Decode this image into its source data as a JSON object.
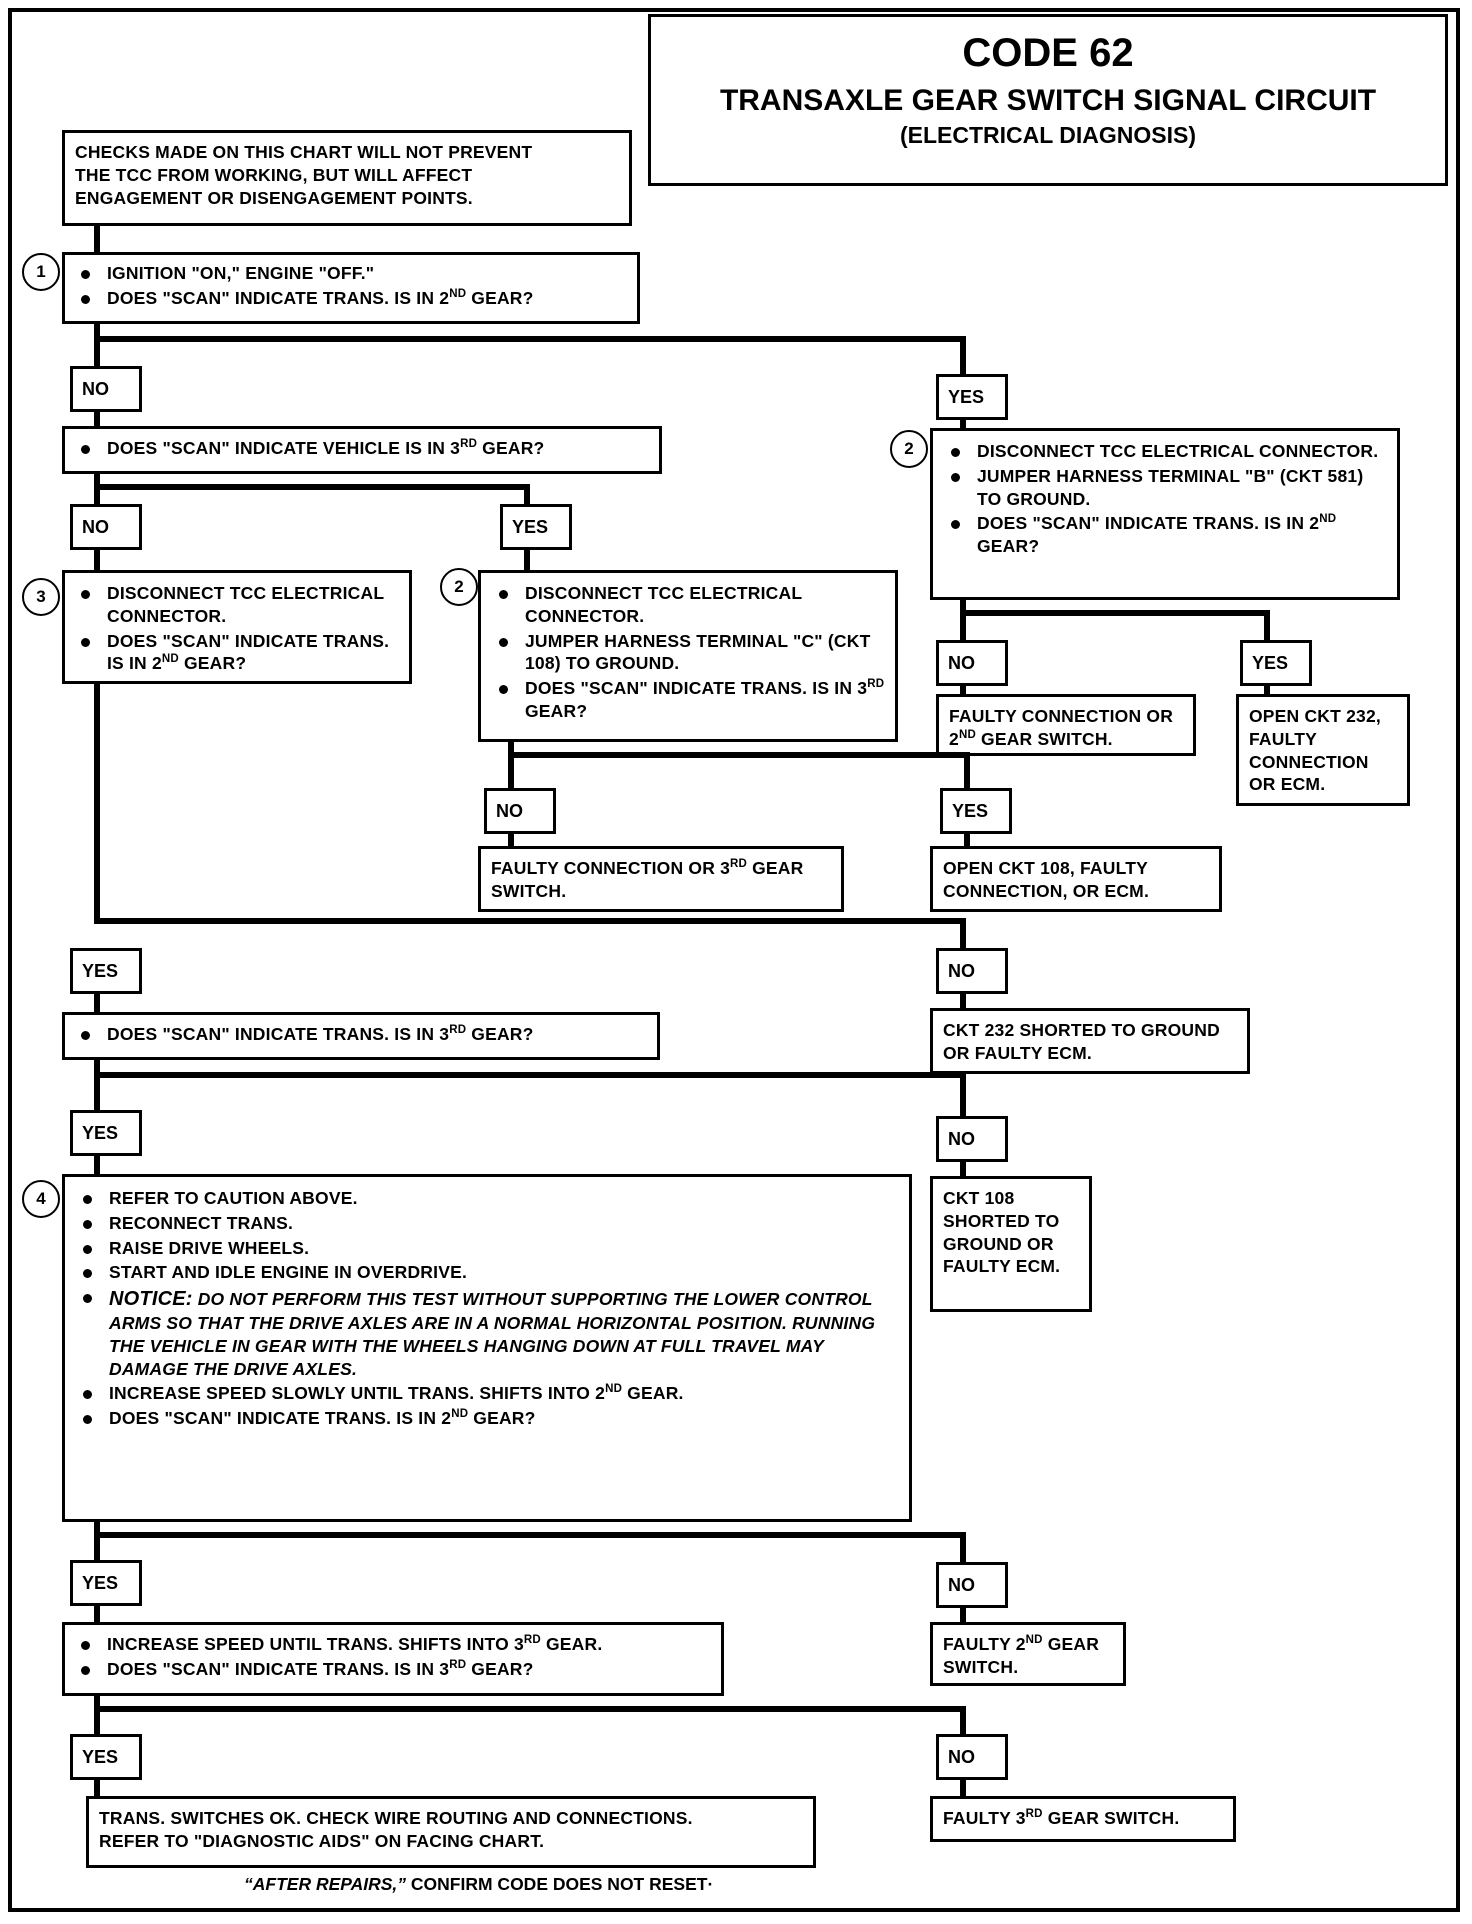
{
  "header": {
    "code": "CODE 62",
    "title": "TRANSAXLE GEAR SWITCH SIGNAL CIRCUIT",
    "subtitle": "(ELECTRICAL DIAGNOSIS)"
  },
  "caution": {
    "line1": "CHECKS MADE ON THIS CHART  WILL NOT PREVENT",
    "line2": "THE TCC FROM WORKING, BUT WILL AFFECT",
    "line3": "ENGAGEMENT OR DISENGAGEMENT POINTS."
  },
  "labels": {
    "yes": "YES",
    "no": "NO"
  },
  "steps": {
    "n1": "1",
    "n2": "2",
    "n2b": "2",
    "n3": "3",
    "n4": "4"
  },
  "step1": {
    "b1": "IGNITION \"ON,\" ENGINE \"OFF.\"",
    "b2_pre": "DOES \"SCAN\" INDICATE TRANS. IS IN 2",
    "b2_sup": "ND",
    "b2_post": " GEAR?"
  },
  "q_vehicle_3rd": {
    "pre": "DOES \"SCAN\" INDICATE VEHICLE IS IN 3",
    "sup": "RD",
    "post": " GEAR?"
  },
  "step2_right": {
    "b1": "DISCONNECT TCC ELECTRICAL CONNECTOR.",
    "b2": "JUMPER HARNESS TERMINAL \"B\" (CKT 581) TO GROUND.",
    "b3_pre": "DOES \"SCAN\" INDICATE TRANS. IS IN 2",
    "b3_sup": "ND",
    "b3_post": " GEAR?"
  },
  "step3_left": {
    "b1": "DISCONNECT TCC ELECTRICAL CONNECTOR.",
    "b2_pre": "DOES \"SCAN\" INDICATE TRANS. IS IN 2",
    "b2_sup": "ND",
    "b2_post": " GEAR?"
  },
  "step2_mid": {
    "b1": "DISCONNECT TCC ELECTRICAL CONNECTOR.",
    "b2": "JUMPER HARNESS TERMINAL \"C\" (CKT 108) TO GROUND.",
    "b3_pre": "DOES \"SCAN\" INDICATE TRANS. IS IN 3",
    "b3_sup": "RD",
    "b3_post": " GEAR?"
  },
  "results": {
    "faulty_conn_2nd": {
      "pre": "FAULTY CONNECTION OR 2",
      "sup": "ND",
      "post": " GEAR SWITCH."
    },
    "open_232": "OPEN CKT 232, FAULTY CONNECTION OR ECM.",
    "faulty_conn_3rd": {
      "pre": "FAULTY CONNECTION OR 3",
      "sup": "RD",
      "post": " GEAR SWITCH."
    },
    "open_108": "OPEN CKT 108, FAULTY CONNECTION, OR ECM.",
    "shorted_232": "CKT 232 SHORTED TO GROUND OR FAULTY ECM.",
    "shorted_108": "CKT 108 SHORTED TO GROUND OR FAULTY ECM.",
    "faulty_2nd_switch": {
      "pre": "FAULTY 2",
      "sup": "ND",
      "post": " GEAR SWITCH."
    },
    "faulty_3rd_switch": {
      "pre": "FAULTY 3",
      "sup": "RD",
      "post": " GEAR SWITCH."
    }
  },
  "q_trans_3rd": {
    "pre": "DOES \"SCAN\" INDICATE TRANS. IS IN 3",
    "sup": "RD",
    "post": " GEAR?"
  },
  "step4": {
    "b1": "REFER TO CAUTION ABOVE.",
    "b2": "RECONNECT TRANS.",
    "b3": "RAISE DRIVE WHEELS.",
    "b4": "START AND IDLE ENGINE IN OVERDRIVE.",
    "notice_head": "NOTICE:",
    "notice_body": "DO NOT PERFORM THIS TEST WITHOUT SUPPORTING THE LOWER CONTROL ARMS SO THAT THE DRIVE AXLES ARE IN A NORMAL HORIZONTAL POSITION. RUNNING THE VEHICLE IN GEAR WITH THE WHEELS HANGING DOWN AT FULL TRAVEL MAY DAMAGE THE DRIVE AXLES.",
    "b5_pre": "INCREASE SPEED SLOWLY UNTIL TRANS. SHIFTS INTO 2",
    "b5_sup": "ND",
    "b5_post": " GEAR.",
    "b6_pre": "DOES \"SCAN\" INDICATE TRANS. IS IN 2",
    "b6_sup": "ND",
    "b6_post": " GEAR?"
  },
  "step5": {
    "b1_pre": "INCREASE SPEED UNTIL TRANS. SHIFTS INTO 3",
    "b1_sup": "RD",
    "b1_post": " GEAR.",
    "b2_pre": "DOES \"SCAN\" INDICATE TRANS. IS IN 3",
    "b2_sup": "RD",
    "b2_post": " GEAR?"
  },
  "final": {
    "line1": "TRANS. SWITCHES OK.  CHECK WIRE ROUTING AND CONNECTIONS.",
    "line2": "REFER TO \"DIAGNOSTIC AIDS\" ON FACING CHART."
  },
  "footer": {
    "italic": "“AFTER REPAIRS,”",
    "rest": "  CONFIRM CODE DOES NOT RESET·"
  }
}
